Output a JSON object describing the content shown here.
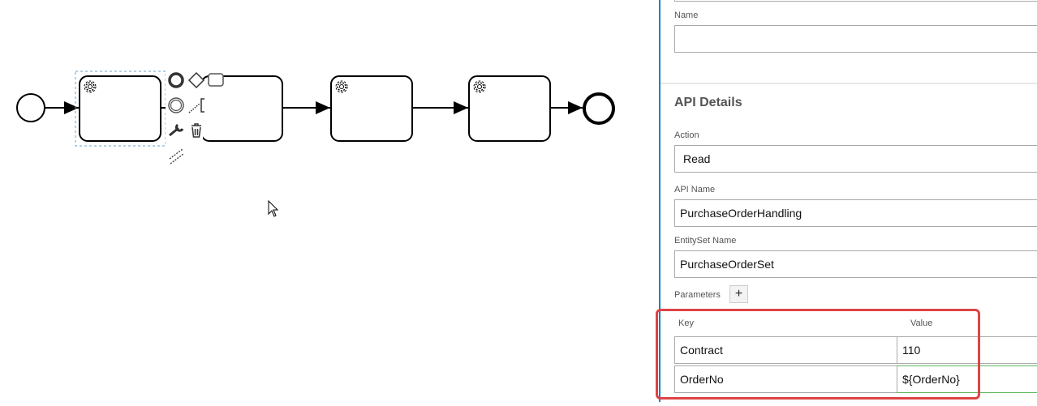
{
  "diagram": {
    "tasks": 4,
    "selected_task": 1
  },
  "context_pad": [
    "end-event",
    "gateway",
    "task",
    "intermediate-event",
    "association",
    "change-type",
    "delete",
    "connect"
  ],
  "panel": {
    "name_label": "Name",
    "name_value": "",
    "section_title": "API Details",
    "action_label": "Action",
    "action_value": "Read",
    "api_name_label": "API Name",
    "api_name_value": "PurchaseOrderHandling",
    "entityset_label": "EntitySet Name",
    "entityset_value": "PurchaseOrderSet",
    "parameters_label": "Parameters",
    "add_label": "+",
    "params_headers": {
      "key": "Key",
      "value": "Value"
    },
    "params": [
      {
        "key": "Contract",
        "value": "110"
      },
      {
        "key": "OrderNo",
        "value": "${OrderNo}"
      }
    ]
  },
  "colors": {
    "accent": "#1a82c4",
    "highlight": "#dd4444"
  }
}
